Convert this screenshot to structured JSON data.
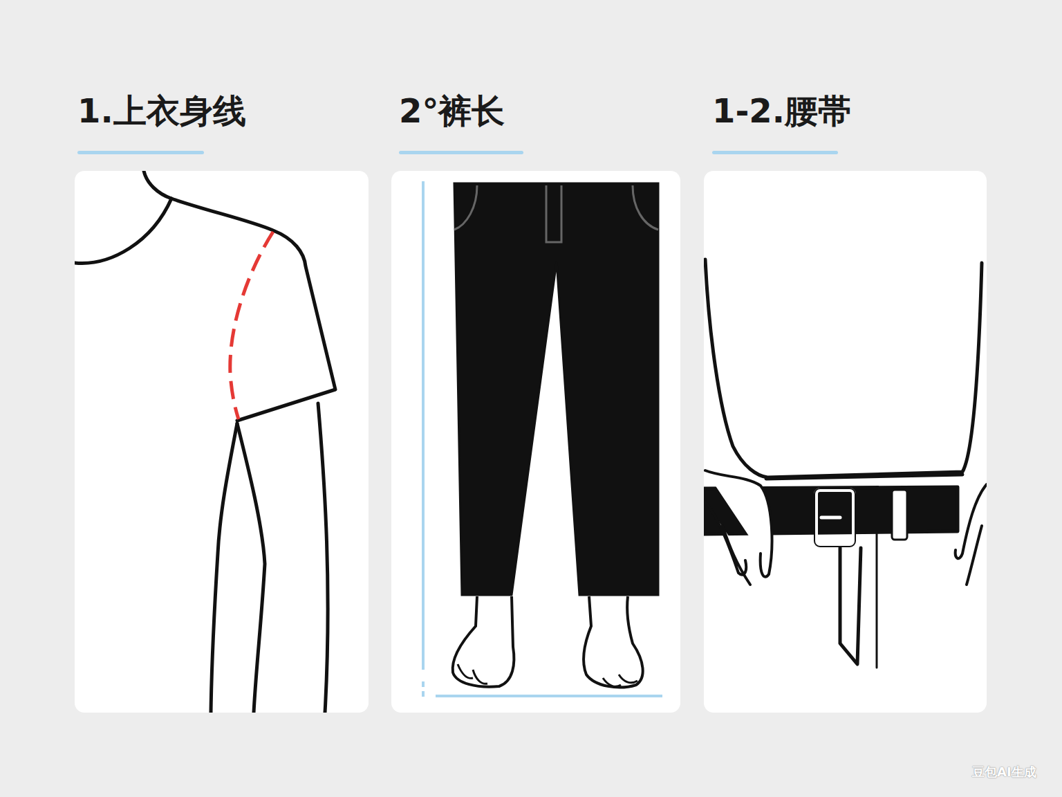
{
  "diagram": {
    "nodes": [
      {
        "text": [
          "1.上衣身线"
        ]
      },
      {
        "text": [
          "2°裤长"
        ]
      },
      {
        "text": [
          "1-2.腰帯"
        ]
      }
    ],
    "labels": [
      "豆包AI生成"
    ]
  }
}
